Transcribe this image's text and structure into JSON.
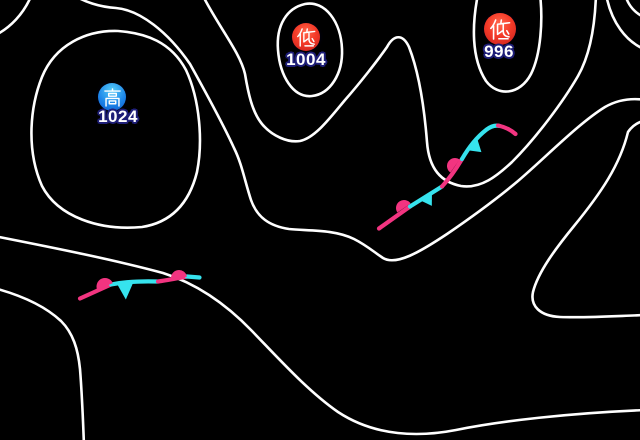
{
  "map": {
    "description": "surface pressure weather map with isobars, pressure centers and stationary fronts",
    "colors": {
      "background": "#000000",
      "isobar": "#ffffff",
      "front_warm": "#f23480",
      "front_cold": "#36e3ee",
      "high_badge_top": "#56cdf8",
      "high_badge_bottom": "#0d55c8",
      "low_badge_center": "#f43a28",
      "low_badge_edge": "#c41f1f",
      "value_text": "#ffffff",
      "value_outline": "#1e1e78"
    },
    "pressure_centers": [
      {
        "kind": "high",
        "symbol": "高",
        "value": "1024"
      },
      {
        "kind": "low",
        "symbol": "低",
        "value": "1004"
      },
      {
        "kind": "low",
        "symbol": "低",
        "value": "996"
      }
    ],
    "fronts": [
      {
        "type": "stationary-front",
        "location": "southwest",
        "markers": "warm semicircles up / cold triangles down"
      },
      {
        "type": "stationary-front",
        "location": "center-to-northeast",
        "markers": "warm semicircles up-left / cold triangles down-right"
      }
    ]
  }
}
